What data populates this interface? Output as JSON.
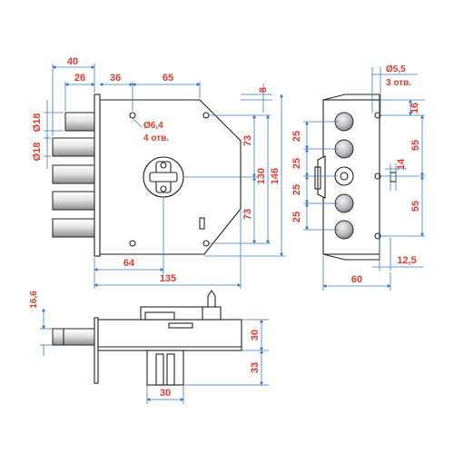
{
  "dimensions": {
    "d40": "40",
    "d26": "26",
    "d36": "36",
    "d65": "65",
    "d8": "8",
    "d18a": "Ø18",
    "d18b": "Ø18",
    "d64hole": "Ø6,4",
    "d64holes": "4 отв.",
    "d73a": "73",
    "d73b": "73",
    "d130": "130",
    "d146": "146",
    "d64": "64",
    "d135": "135",
    "d55hole": "Ø5,5",
    "d55holes": "3 отв.",
    "d16": "16",
    "d55a": "55",
    "d14": "14",
    "d55b": "55",
    "d125": "12,5",
    "d60": "60",
    "d25a": "25",
    "d25b": "25",
    "d25c": "25",
    "d25d": "25",
    "d166": "16,6",
    "d30v": "30",
    "d33": "33",
    "d30h": "30"
  },
  "colors": {
    "dimension_line": "#3a78c8",
    "dimension_text": "#e23a2f",
    "outline": "#222222"
  }
}
